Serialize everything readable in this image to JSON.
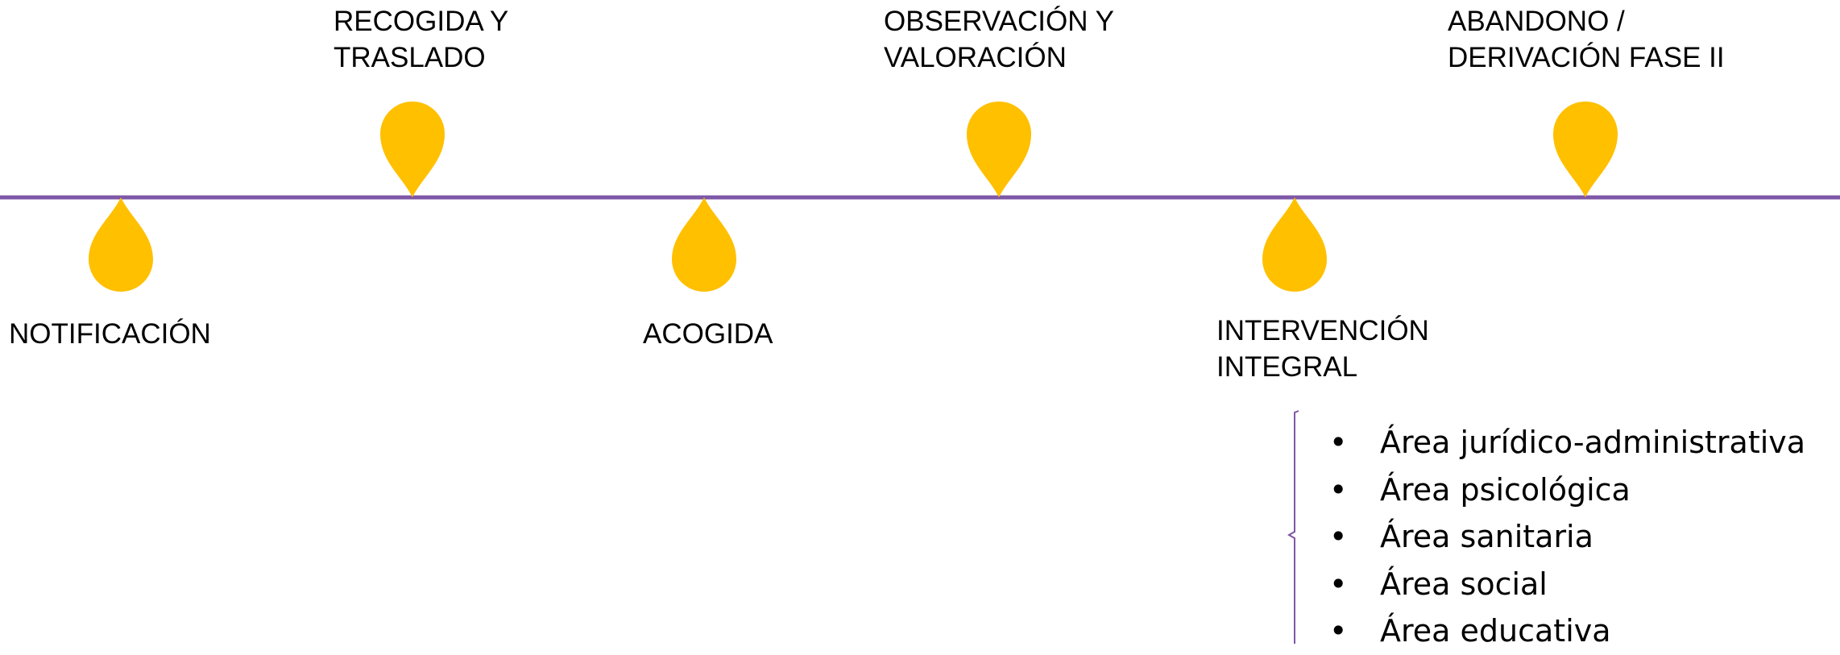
{
  "timeline": {
    "line_color": "#7e57a6",
    "marker_color": "#ffc000",
    "stages": [
      {
        "id": "notificacion",
        "lines": [
          "NOTIFICACIÓN"
        ],
        "side": "below"
      },
      {
        "id": "recogida",
        "lines": [
          "RECOGIDA Y",
          "TRASLADO"
        ],
        "side": "above"
      },
      {
        "id": "acogida",
        "lines": [
          "ACOGIDA"
        ],
        "side": "below"
      },
      {
        "id": "observacion",
        "lines": [
          "OBSERVACIÓN Y",
          "VALORACIÓN"
        ],
        "side": "above"
      },
      {
        "id": "intervencion",
        "lines": [
          "INTERVENCIÓN",
          "INTEGRAL"
        ],
        "side": "below"
      },
      {
        "id": "abandono",
        "lines": [
          "ABANDONO /",
          "DERIVACIÓN FASE II"
        ],
        "side": "above"
      }
    ]
  },
  "intervention_areas": {
    "bullet": "•",
    "items": [
      "Área jurídico-administrativa",
      "Área psicológica",
      "Área sanitaria",
      "Área social",
      "Área educativa"
    ]
  }
}
